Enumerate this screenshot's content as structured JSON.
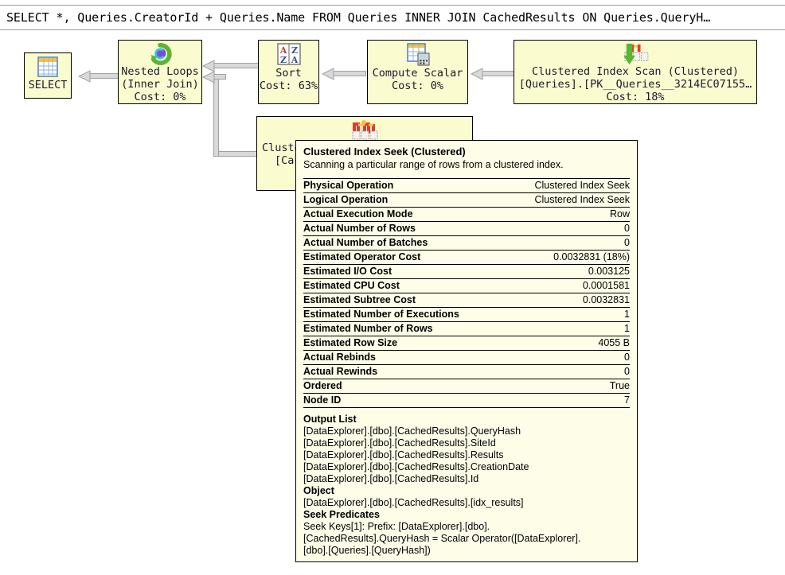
{
  "query_header": {
    "text": "SELECT *, Queries.CreatorId + Queries.Name FROM Queries INNER JOIN CachedResults ON Queries.QueryH…"
  },
  "plan": {
    "nodes": [
      {
        "id": "select",
        "icon": "result-grid-icon",
        "lines": [
          "SELECT"
        ]
      },
      {
        "id": "nested-loops",
        "icon": "nested-loops-icon",
        "lines": [
          "Nested Loops",
          "(Inner Join)",
          "Cost: 0%"
        ]
      },
      {
        "id": "sort",
        "icon": "sort-az-icon",
        "lines": [
          "Sort",
          "Cost: 63%"
        ]
      },
      {
        "id": "compute-scalar",
        "icon": "compute-scalar-icon",
        "lines": [
          "Compute Scalar",
          "Cost: 0%"
        ]
      },
      {
        "id": "index-scan",
        "icon": "clustered-index-scan-icon",
        "lines": [
          "Clustered Index Scan (Clustered)",
          "[Queries].[PK__Queries__3214EC07155…",
          "Cost: 18%"
        ]
      },
      {
        "id": "index-seek",
        "icon": "clustered-index-seek-icon",
        "lines": [
          "Cluste",
          "[Cach"
        ]
      }
    ]
  },
  "tooltip": {
    "title": "Clustered Index Seek (Clustered)",
    "description": "Scanning a particular range of rows from a clustered index.",
    "rows": [
      {
        "key": "Physical Operation",
        "value": "Clustered Index Seek"
      },
      {
        "key": "Logical Operation",
        "value": "Clustered Index Seek"
      },
      {
        "key": "Actual Execution Mode",
        "value": "Row"
      },
      {
        "key": "Actual Number of Rows",
        "value": "0"
      },
      {
        "key": "Actual Number of Batches",
        "value": "0"
      },
      {
        "key": "Estimated Operator Cost",
        "value": "0.0032831 (18%)"
      },
      {
        "key": "Estimated I/O Cost",
        "value": "0.003125"
      },
      {
        "key": "Estimated CPU Cost",
        "value": "0.0001581"
      },
      {
        "key": "Estimated Subtree Cost",
        "value": "0.0032831"
      },
      {
        "key": "Estimated Number of Executions",
        "value": "1"
      },
      {
        "key": "Estimated Number of Rows",
        "value": "1"
      },
      {
        "key": "Estimated Row Size",
        "value": "4055 B"
      },
      {
        "key": "Actual Rebinds",
        "value": "0"
      },
      {
        "key": "Actual Rewinds",
        "value": "0"
      },
      {
        "key": "Ordered",
        "value": "True"
      },
      {
        "key": "Node ID",
        "value": "7"
      }
    ],
    "output_list": {
      "title": "Output List",
      "lines": [
        "[DataExplorer].[dbo].[CachedResults].QueryHash",
        "[DataExplorer].[dbo].[CachedResults].SiteId",
        "[DataExplorer].[dbo].[CachedResults].Results",
        "[DataExplorer].[dbo].[CachedResults].CreationDate",
        "[DataExplorer].[dbo].[CachedResults].Id"
      ]
    },
    "object": {
      "title": "Object",
      "lines": [
        "[DataExplorer].[dbo].[CachedResults].[idx_results]"
      ]
    },
    "seek_predicates": {
      "title": "Seek Predicates",
      "lines": [
        "Seek Keys[1]: Prefix: [DataExplorer].[dbo].",
        "[CachedResults].QueryHash = Scalar Operator([DataExplorer].",
        "[dbo].[Queries].[QueryHash])"
      ]
    }
  },
  "colors": {
    "node_fill": "#fbfbd0",
    "tooltip_fill": "#fdfde8",
    "connector": "#d9d9d9",
    "text": "#1a1a2e"
  }
}
